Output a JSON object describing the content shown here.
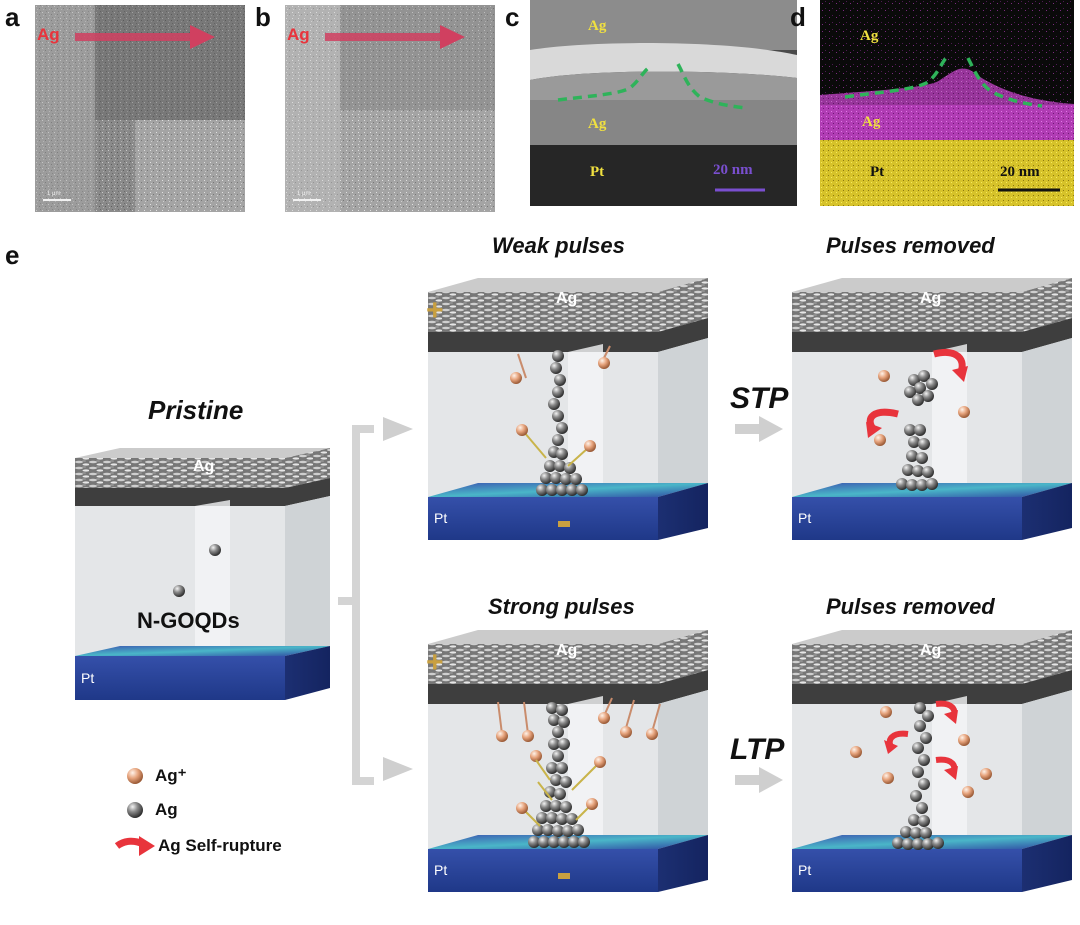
{
  "panels": {
    "a": {
      "letter": "a",
      "arrow_label": "Ag",
      "scale_label": "1 μm"
    },
    "b": {
      "letter": "b",
      "arrow_label": "Ag",
      "scale_label": "1 μm"
    },
    "c": {
      "letter": "c",
      "label_top": "Ag",
      "label_middle": "Ag",
      "label_bottom": "Pt",
      "scale_label": "20 nm"
    },
    "d": {
      "letter": "d",
      "label_top": "Ag",
      "label_middle": "Ag",
      "label_bottom": "Pt",
      "scale_label": "20 nm"
    },
    "e": {
      "letter": "e"
    }
  },
  "schematic": {
    "pristine": {
      "title": "Pristine",
      "top_electrode": "Ag",
      "bottom_electrode": "Pt",
      "material": "N-GOQDs"
    },
    "weak": {
      "title": "Weak pulses",
      "top_electrode": "Ag",
      "bottom_electrode": "Pt"
    },
    "weak_removed": {
      "title": "Pulses removed",
      "top_electrode": "Ag",
      "bottom_electrode": "Pt"
    },
    "strong": {
      "title": "Strong pulses",
      "top_electrode": "Ag",
      "bottom_electrode": "Pt"
    },
    "strong_removed": {
      "title": "Pulses removed",
      "top_electrode": "Ag",
      "bottom_electrode": "Pt"
    },
    "stp": "STP",
    "ltp": "LTP",
    "plus": "+",
    "minus": "−"
  },
  "legend": {
    "ion": "Ag⁺",
    "atom": "Ag",
    "rupture": "Ag Self-rupture"
  },
  "colors": {
    "ag_red": "#e8343c",
    "pt_blue": "#2a4aa0",
    "ion_peach": "#e8a780",
    "atom_gray": "#6c6c6c",
    "dashed_green": "#2fb35a"
  }
}
